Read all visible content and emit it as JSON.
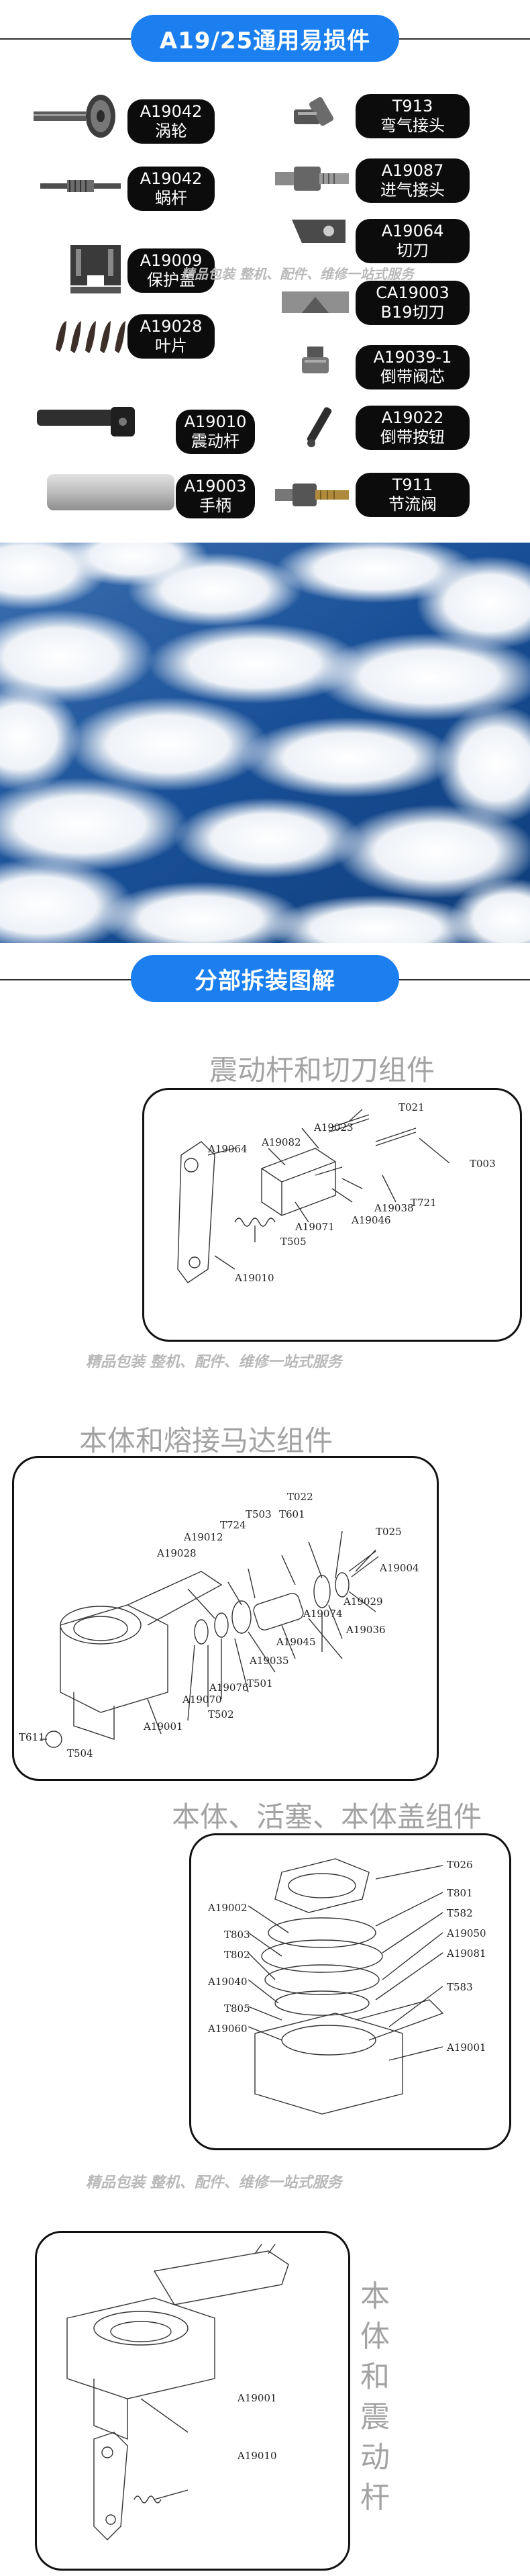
{
  "section1": {
    "banner": "A19/25通用易损件"
  },
  "parts": [
    {
      "code": "A19042",
      "name": "涡轮",
      "icon": "worm-gear-icon"
    },
    {
      "code": "T913",
      "name": "弯气接头",
      "icon": "elbow-fitting-icon"
    },
    {
      "code": "A19042",
      "name": "蜗杆",
      "icon": "worm-shaft-icon"
    },
    {
      "code": "A19087",
      "name": "进气接头",
      "icon": "air-inlet-icon"
    },
    {
      "code": "A19064",
      "name": "切刀",
      "icon": "cutter-icon"
    },
    {
      "code": "A19009",
      "name": "保护盖",
      "icon": "guard-cover-icon"
    },
    {
      "code": "CA19003",
      "name": "B19切刀",
      "icon": "b19-cutter-icon"
    },
    {
      "code": "A19028",
      "name": "叶片",
      "icon": "vanes-icon"
    },
    {
      "code": "A19039-1",
      "name": "倒带阀芯",
      "icon": "valve-core-icon"
    },
    {
      "code": "A19010",
      "name": "震动杆",
      "icon": "vibration-lever-icon"
    },
    {
      "code": "A19022",
      "name": "倒带按钮",
      "icon": "rewind-button-icon"
    },
    {
      "code": "A19003",
      "name": "手柄",
      "icon": "handle-icon"
    },
    {
      "code": "T911",
      "name": "节流阀",
      "icon": "throttle-valve-icon"
    }
  ],
  "watermark_text": "精品包装  整机、配件、维修一站式服务",
  "section2": {
    "banner": "分部拆装图解"
  },
  "diagrams": {
    "d1": {
      "title": "震动杆和切刀组件",
      "callouts": [
        "T021",
        "A19023",
        "A19082",
        "A19064",
        "T003",
        "T721",
        "A19038",
        "A19046",
        "A19071",
        "T505",
        "A19010"
      ]
    },
    "d2": {
      "title": "本体和熔接马达组件",
      "callouts": [
        "T022",
        "T503",
        "T601",
        "T724",
        "A19012",
        "A19028",
        "T025",
        "A19004",
        "A19029",
        "A19074",
        "A19036",
        "A19045",
        "A19035",
        "T501",
        "A19076",
        "A19070",
        "T502",
        "A19001",
        "T611",
        "T504"
      ]
    },
    "d3": {
      "title": "本体、活塞、本体盖组件",
      "callouts": [
        "T026",
        "T801",
        "A19002",
        "T582",
        "T803",
        "A19050",
        "T802",
        "A19081",
        "A19040",
        "T583",
        "T805",
        "A19060",
        "A19001"
      ]
    },
    "d4": {
      "title": "本体和震动杆",
      "callouts": [
        "A19001",
        "A19010"
      ]
    }
  }
}
